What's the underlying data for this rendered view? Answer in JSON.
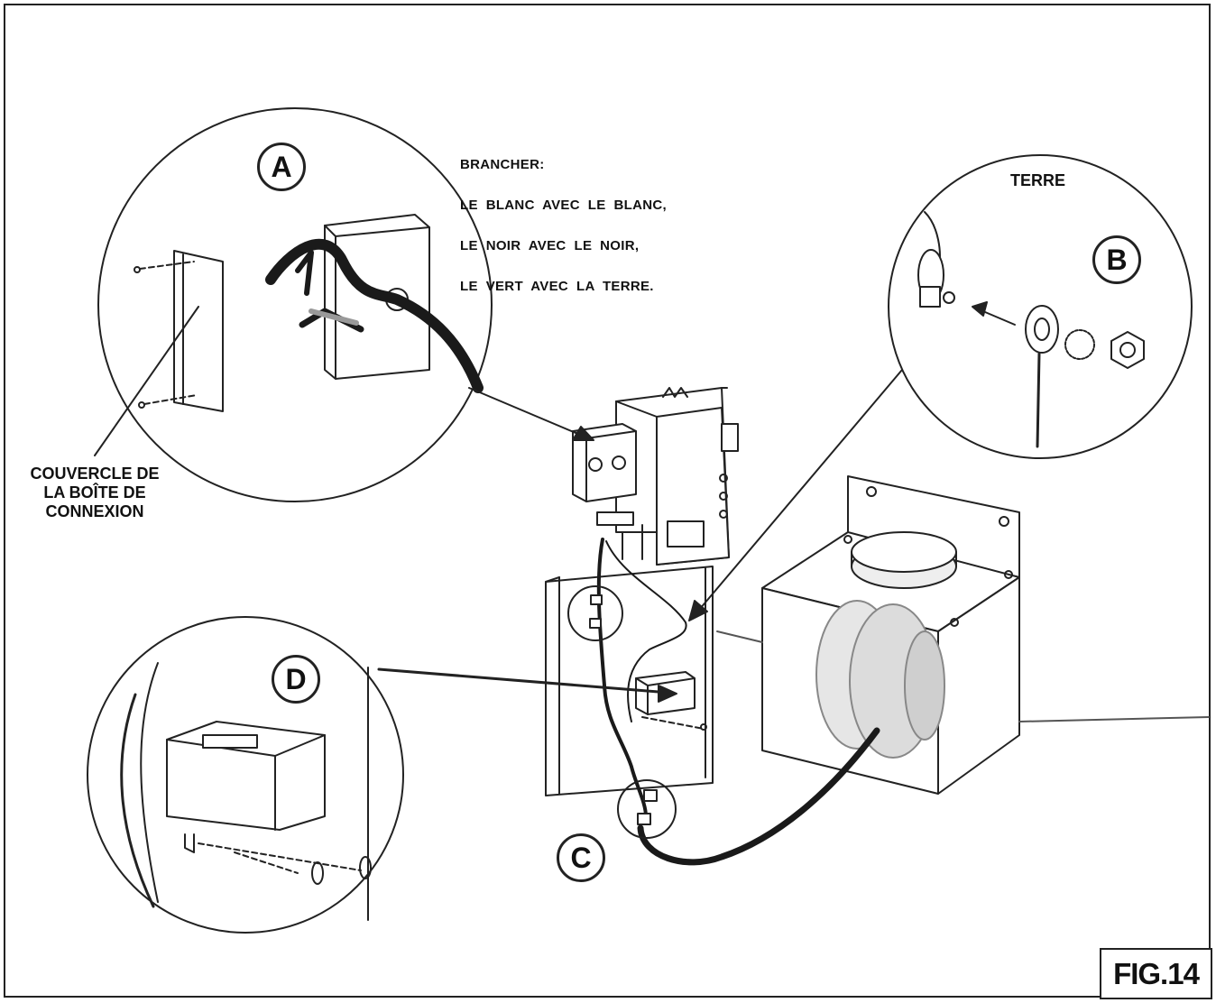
{
  "instructions": {
    "lines": [
      "BRANCHER:",
      "LE  BLANC  AVEC  LE  BLANC,",
      "LE  NOIR  AVEC  LE  NOIR,",
      "LE  VERT  AVEC  LA  TERRE."
    ]
  },
  "labels": {
    "cover": [
      "COUVERCLE DE",
      "LA BOÎTE DE",
      "CONNEXION"
    ],
    "ground": "TERRE",
    "figure": "FIG.14"
  },
  "callouts": {
    "a": "A",
    "b": "B",
    "c": "C",
    "d": "D"
  },
  "colors": {
    "ink": "#222222",
    "paper": "#ffffff",
    "wire": "#1a1a1a",
    "grey": "#d8d8d8"
  }
}
